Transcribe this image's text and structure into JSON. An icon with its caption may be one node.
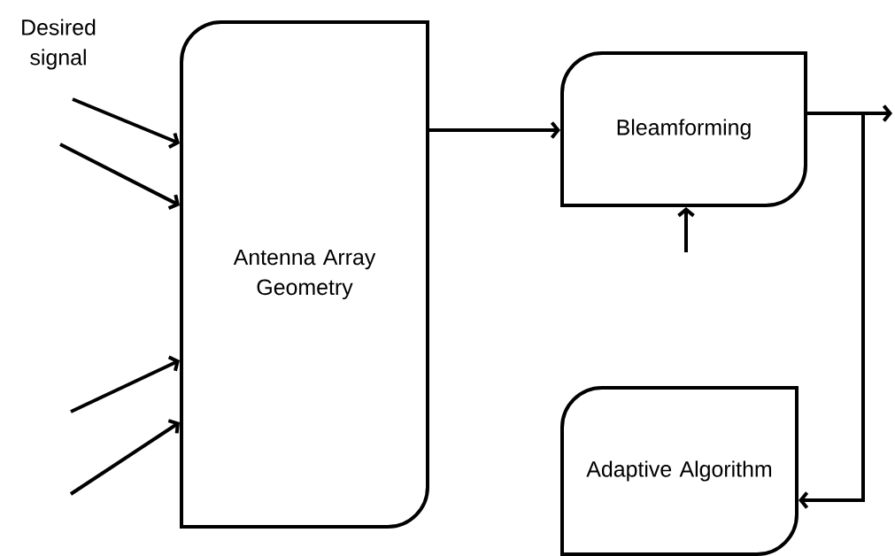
{
  "diagram": {
    "nodes": [
      {
        "text": [
          "Antenna Array Geometry"
        ]
      },
      {
        "text": [
          "Bleamforming"
        ]
      },
      {
        "text": [
          "Adaptive Algorithm"
        ]
      }
    ],
    "edges": [
      {
        "from": null,
        "to": 0,
        "arrow": "to"
      },
      {
        "from": null,
        "to": 0,
        "arrow": "to"
      },
      {
        "from": null,
        "to": 0,
        "arrow": "to"
      },
      {
        "from": null,
        "to": 0,
        "arrow": "to"
      },
      {
        "from": 0,
        "to": 1,
        "arrow": "to"
      },
      {
        "from": 1,
        "to": null,
        "arrow": "to"
      },
      {
        "from": 1,
        "to": 2,
        "arrow": "to"
      },
      {
        "from": null,
        "to": 1,
        "arrow": "to"
      }
    ],
    "labels": [
      "Desired signal"
    ]
  }
}
